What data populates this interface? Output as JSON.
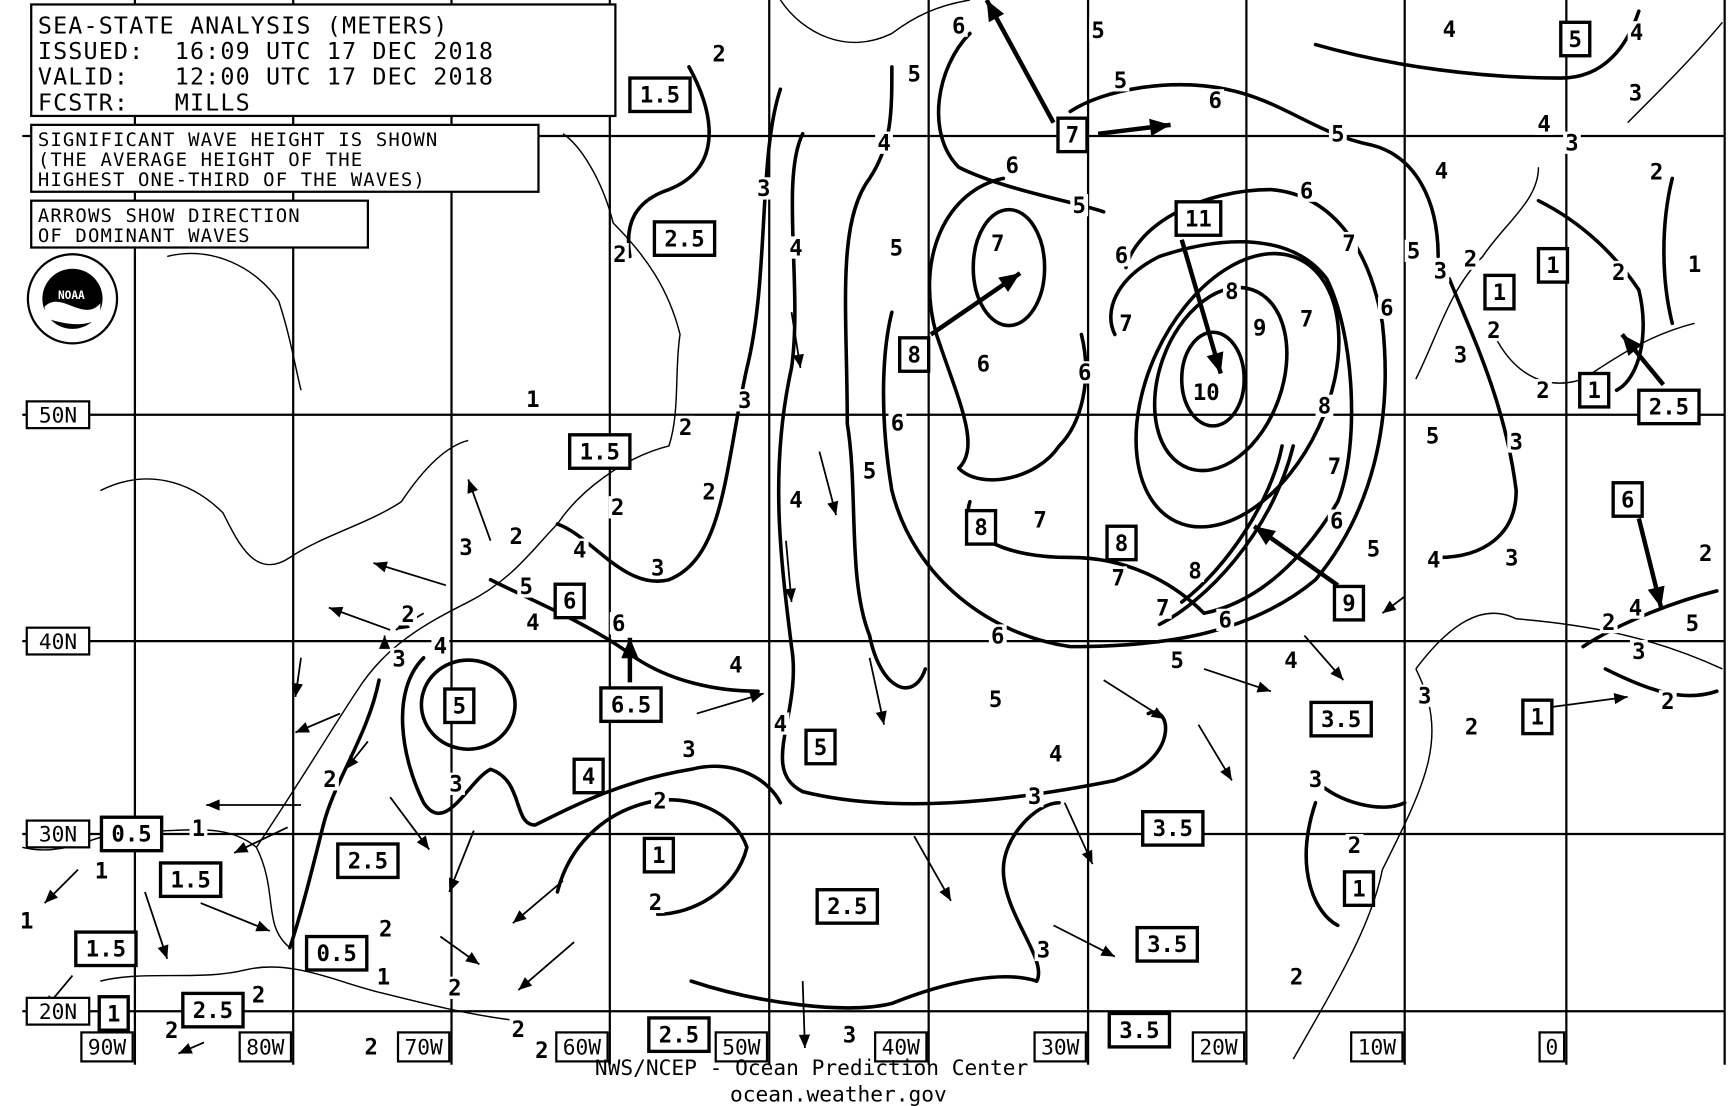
{
  "header": {
    "title": "SEA-STATE ANALYSIS (METERS)",
    "issued": "ISSUED:  16:09 UTC 17 DEC 2018",
    "valid": "VALID:   12:00 UTC 17 DEC 2018",
    "forecaster": "FCSTR:   MILLS"
  },
  "notes": {
    "wave_height": [
      "SIGNIFICANT WAVE HEIGHT IS SHOWN",
      "(THE AVERAGE HEIGHT OF THE",
      "HIGHEST ONE-THIRD OF THE WAVES)"
    ],
    "arrows": [
      "ARROWS SHOW DIRECTION",
      "OF DOMINANT WAVES"
    ]
  },
  "latitude_labels": [
    "50N",
    "40N",
    "30N",
    "20N"
  ],
  "longitude_labels": [
    "90W",
    "80W",
    "70W",
    "60W",
    "50W",
    "40W",
    "30W",
    "20W",
    "10W",
    "0"
  ],
  "boxed_values": [
    "1.5",
    "2.5",
    "7",
    "11",
    "8",
    "5",
    "1",
    "1",
    "1",
    "2.5",
    "6",
    "1.5",
    "6",
    "8",
    "8",
    "9",
    "5",
    "6.5",
    "3.5",
    "1",
    "5",
    "4",
    "0.5",
    "1.5",
    "2.5",
    "3.5",
    "1",
    "2.5",
    "1",
    "1.5",
    "0.5",
    "3.5",
    "2.5",
    "1",
    "2.5",
    "3.5"
  ],
  "contour_labels": [
    "2",
    "6",
    "5",
    "4",
    "4",
    "5",
    "5",
    "6",
    "5",
    "3",
    "3",
    "2",
    "4",
    "4",
    "4",
    "6",
    "3",
    "6",
    "5",
    "7",
    "2",
    "4",
    "5",
    "7",
    "6",
    "5",
    "3",
    "2",
    "2",
    "1",
    "8",
    "7",
    "6",
    "7",
    "9",
    "2",
    "3",
    "6",
    "6",
    "10",
    "2",
    "1",
    "3",
    "2",
    "6",
    "8",
    "5",
    "3",
    "5",
    "7",
    "2",
    "2",
    "4",
    "7",
    "6",
    "3",
    "2",
    "4",
    "3",
    "7",
    "8",
    "5",
    "4",
    "3",
    "2",
    "5",
    "2",
    "7",
    "6",
    "4",
    "6",
    "4",
    "3",
    "6",
    "5",
    "4",
    "4",
    "4",
    "2",
    "3",
    "5",
    "2",
    "3",
    "5",
    "2",
    "4",
    "4",
    "3",
    "2",
    "3",
    "3",
    "3",
    "2",
    "2",
    "1",
    "1",
    "1",
    "2",
    "3",
    "2",
    "1",
    "2",
    "2",
    "3",
    "2",
    "2",
    "2",
    "2",
    "2"
  ],
  "footer": {
    "line1": "NWS/NCEP - Ocean Prediction Center",
    "line2": "ocean.weather.gov"
  },
  "logo_text": "NOAA"
}
